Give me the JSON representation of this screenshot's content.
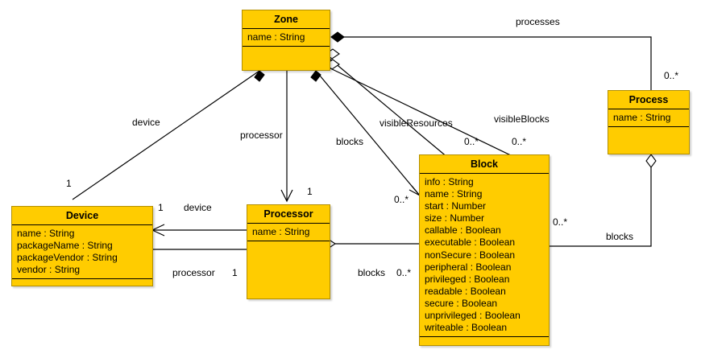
{
  "diagram": {
    "type": "uml-class-diagram",
    "background": "#ffffff",
    "class_fill": "#ffcc00",
    "line_color": "#000000"
  },
  "classes": {
    "zone": {
      "name": "Zone",
      "attributes": [
        "name : String"
      ],
      "operations": []
    },
    "device": {
      "name": "Device",
      "attributes": [
        "name : String",
        "packageName : String",
        "packageVendor : String",
        "vendor : String"
      ],
      "operations": []
    },
    "processor": {
      "name": "Processor",
      "attributes": [
        "name : String"
      ],
      "operations": []
    },
    "process": {
      "name": "Process",
      "attributes": [
        "name : String"
      ],
      "operations": []
    },
    "block": {
      "name": "Block",
      "attributes": [
        "info : String",
        "name : String",
        "start : Number",
        "size : Number",
        "callable : Boolean",
        "executable : Boolean",
        "nonSecure : Boolean",
        "peripheral : Boolean",
        "privileged : Boolean",
        "readable : Boolean",
        "secure : Boolean",
        "unprivileged : Boolean",
        "writeable : Boolean"
      ],
      "operations": []
    }
  },
  "edge_labels": {
    "processes": "processes",
    "processes_mult": "0..*",
    "device_zone": "device",
    "device_zone_mult": "1",
    "processor_zone": "processor",
    "blocks_zone": "blocks",
    "blocks_zone_mult": "0..*",
    "visible_resources": "visibleResources",
    "visible_resources_mult": "0..*",
    "visible_blocks": "visibleBlocks",
    "visible_blocks_mult": "0..*",
    "device_assoc": "device",
    "device_assoc_mult": "1",
    "processor_assoc": "processor",
    "processor_assoc_mult": "1",
    "processor_one": "1",
    "blocks_processor": "blocks",
    "blocks_processor_mult": "0..*",
    "blocks_process": "blocks",
    "blocks_process_mult": "0..*"
  }
}
